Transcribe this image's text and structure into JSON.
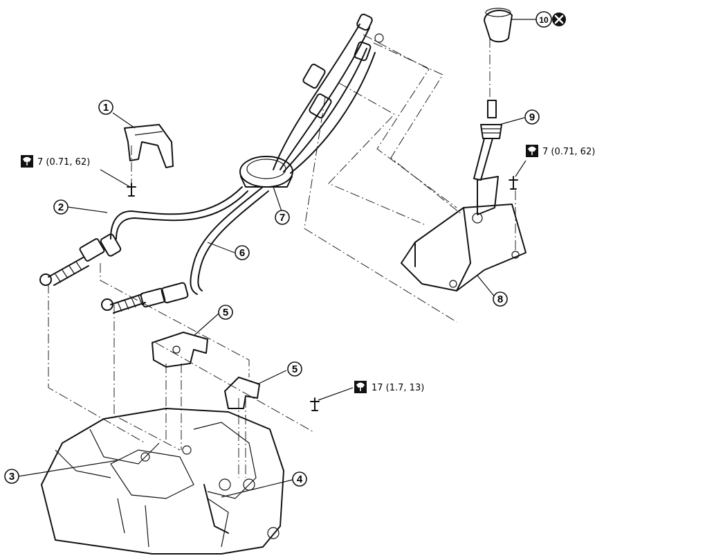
{
  "callouts": [
    {
      "id": "c1",
      "label": "1"
    },
    {
      "id": "c2",
      "label": "2"
    },
    {
      "id": "c3",
      "label": "3"
    },
    {
      "id": "c4",
      "label": "4"
    },
    {
      "id": "c5a",
      "label": "5"
    },
    {
      "id": "c5b",
      "label": "5"
    },
    {
      "id": "c6",
      "label": "6"
    },
    {
      "id": "c7",
      "label": "7"
    },
    {
      "id": "c8",
      "label": "8"
    },
    {
      "id": "c9",
      "label": "9"
    },
    {
      "id": "c10",
      "label": "10"
    }
  ],
  "torques": {
    "bracket_bolt": "7 (0.71, 62)",
    "lever_bolt": "7 (0.71, 62)",
    "transaxle_bolt": "17 (1.7, 13)"
  },
  "icons": {
    "torque": "torque-wrench-icon",
    "replace": "do-not-reuse-icon"
  }
}
